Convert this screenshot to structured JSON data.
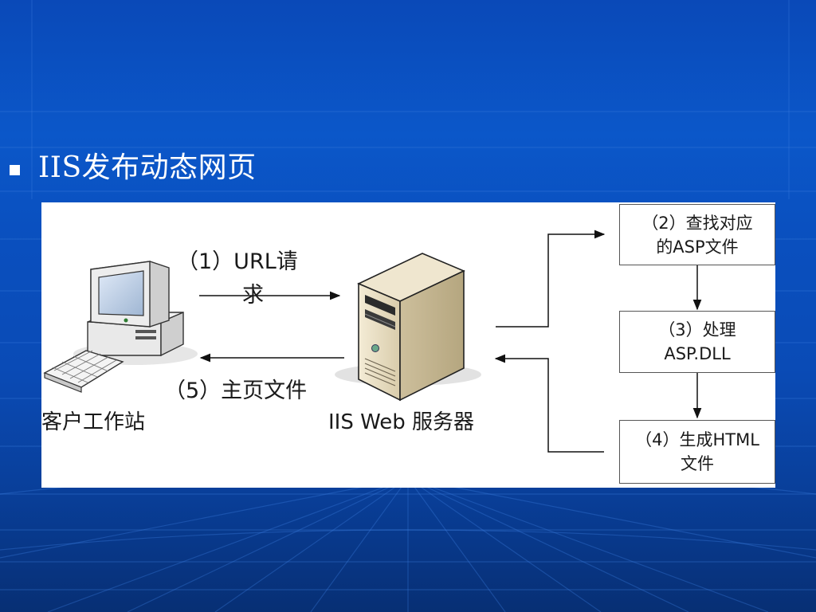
{
  "slide": {
    "title": "IIS发布动态网页"
  },
  "diagram": {
    "client_label": "客户工作站",
    "server_label": "IIS Web 服务器",
    "request_line1": "（1）URL请",
    "request_line2": "求",
    "response_label": "（5）主页文件",
    "steps": [
      {
        "line1": "（2）查找对应",
        "line2": "的ASP文件"
      },
      {
        "line1": "（3）处理",
        "line2": "ASP.DLL"
      },
      {
        "line1": "（4）生成HTML",
        "line2": "文件"
      }
    ]
  },
  "colors": {
    "background_top": "#0b57c9",
    "background_bottom": "#072f74",
    "panel": "#ffffff",
    "server_body": "#e3d7ba"
  },
  "icons": [
    "computer-workstation-icon",
    "web-server-icon"
  ]
}
